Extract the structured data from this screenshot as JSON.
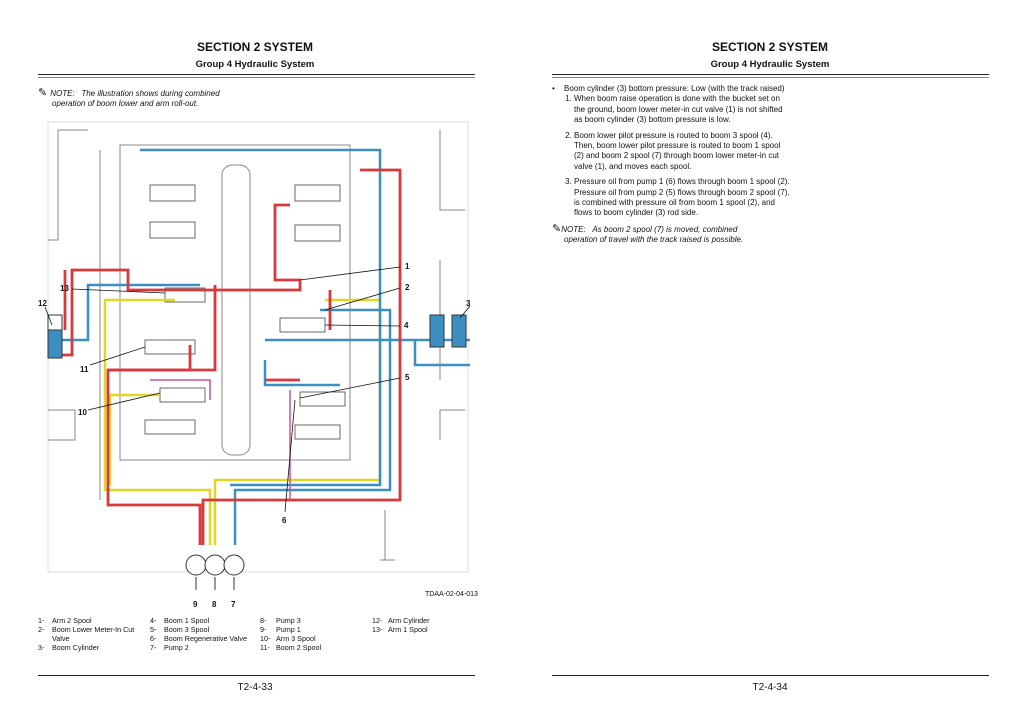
{
  "left_page": {
    "section_title": "SECTION 2 SYSTEM",
    "group_title": "Group 4 Hydraulic System",
    "note_label": "NOTE:",
    "note_text_1": "The illustration shows during combined",
    "note_text_2": "operation of boom lower and arm roll-out.",
    "figure_code": "TDAA-02-04-013",
    "callouts": [
      "1",
      "2",
      "3",
      "4",
      "5",
      "6",
      "7",
      "8",
      "9",
      "10",
      "11",
      "12",
      "13"
    ],
    "legend": [
      {
        "n": "1-",
        "label": "Arm 2 Spool"
      },
      {
        "n": "2-",
        "label": "Boom Lower Meter-In Cut Valve"
      },
      {
        "n": "3-",
        "label": "Boom Cylinder"
      },
      {
        "n": "4-",
        "label": "Boom 1 Spool"
      },
      {
        "n": "5-",
        "label": "Boom 3 Spool"
      },
      {
        "n": "6-",
        "label": "Boom Regenerative Valve"
      },
      {
        "n": "7-",
        "label": "Pump 2"
      },
      {
        "n": "8-",
        "label": "Pump 3"
      },
      {
        "n": "9-",
        "label": "Pump 1"
      },
      {
        "n": "10-",
        "label": "Arm 3 Spool"
      },
      {
        "n": "11-",
        "label": "Boom 2 Spool"
      },
      {
        "n": "12-",
        "label": "Arm Cylinder"
      },
      {
        "n": "13-",
        "label": "Arm 1 Spool"
      }
    ],
    "page_number": "T2-4-33"
  },
  "right_page": {
    "section_title": "SECTION 2 SYSTEM",
    "group_title": "Group 4 Hydraulic System",
    "bullet": "Boom cylinder (3) bottom pressure: Low (with the track raised)",
    "steps": [
      "When boom raise  operation is done with the bucket set on the ground, boom lower meter-in cut valve (1) is not shifted as boom cylinder (3) bottom pressure is low.",
      "Boom lower pilot pressure is routed to boom 3 spool (4). Then, boom lower pilot pressure is routed to boom 1 spool (2) and boom 2 spool (7) through boom lower meter-in cut valve (1), and moves each spool.",
      "Pressure oil from pump 1 (6) flows through boom 1 spool (2). Pressure oil from pump 2 (5) flows through boom 2 spool (7), is combined with pressure oil from boom 1 spool (2), and flows to boom cylinder (3) rod side."
    ],
    "note_label": "NOTE:",
    "note_text_1": "As boom 2 spool (7) is moved, combined",
    "note_text_2": "operation of travel with the track raised is possible.",
    "page_number": "T2-4-34"
  },
  "colors": {
    "red": "#d63a3c",
    "blue": "#3d8fc2",
    "yellow": "#e2d624",
    "pink": "#c9559a",
    "gray": "#777777"
  }
}
